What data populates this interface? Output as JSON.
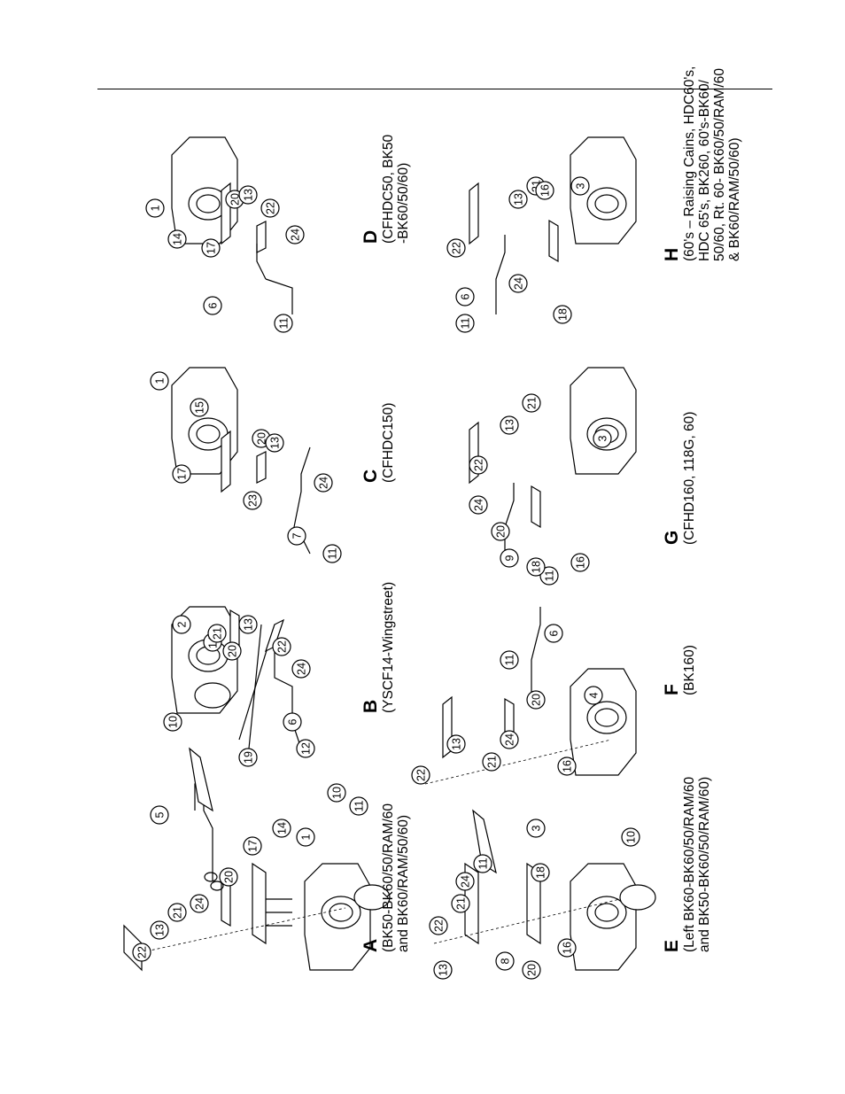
{
  "diagrams": [
    {
      "letter": "A",
      "caption": [
        "(BK50-BK60/50/RAM/60",
        "and BK60/RAM/50/60)"
      ],
      "callouts": [
        "22",
        "13",
        "21",
        "24",
        "20",
        "17",
        "14",
        "1",
        "10",
        "11",
        "5"
      ]
    },
    {
      "letter": "B",
      "caption": [
        "(YSCF14-Wingstreet)"
      ],
      "callouts": [
        "10",
        "19",
        "2",
        "14",
        "21",
        "20",
        "13",
        "22",
        "24",
        "6",
        "12"
      ]
    },
    {
      "letter": "C",
      "caption": [
        "(CFHDC150)"
      ],
      "callouts": [
        "17",
        "1",
        "15",
        "20",
        "13",
        "24",
        "23",
        "7",
        "11"
      ]
    },
    {
      "letter": "D",
      "caption": [
        "(CFHDC50, BK50",
        "-BK60/50/60)"
      ],
      "callouts": [
        "1",
        "14",
        "17",
        "20",
        "13",
        "22",
        "24",
        "6",
        "11"
      ]
    },
    {
      "letter": "E",
      "caption": [
        "(Left BK60-BK60/50/RAM/60",
        "and BK50-BK60/50/RAM/60)"
      ],
      "callouts": [
        "13",
        "22",
        "21",
        "24",
        "11",
        "18",
        "3",
        "10",
        "8",
        "20",
        "16"
      ]
    },
    {
      "letter": "F",
      "caption": [
        "(BK160)"
      ],
      "callouts": [
        "22",
        "13",
        "21",
        "16",
        "24",
        "20",
        "4",
        "6",
        "11"
      ]
    },
    {
      "letter": "G",
      "caption": [
        "(CFHD160, 118G, 60)"
      ],
      "callouts": [
        "22",
        "13",
        "21",
        "3",
        "24",
        "20",
        "9",
        "11",
        "18",
        "16"
      ]
    },
    {
      "letter": "H",
      "caption": [
        "(60's – Raising Cains, HDC60's,",
        "HDC 65's, BK260, 60's-BK60/",
        "50/60, Rt. 60- BK60/50/RAM/60",
        "& BK60/RAM/50/60)"
      ],
      "callouts": [
        "22",
        "13",
        "21",
        "16",
        "3",
        "6",
        "24",
        "11",
        "18"
      ]
    }
  ]
}
